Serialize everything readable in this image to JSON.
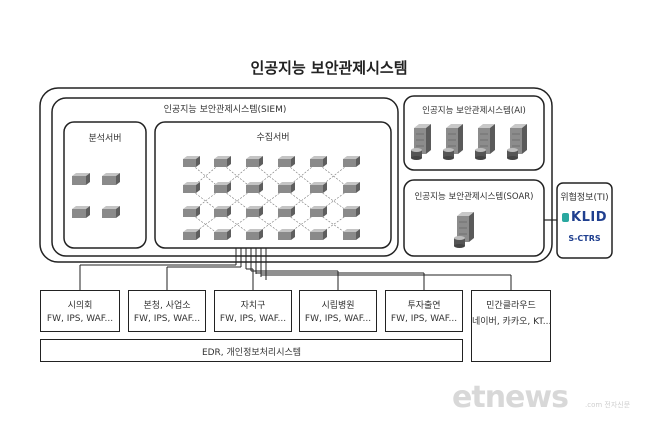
{
  "title": "인공지능 보안관제시스템",
  "siem": {
    "outer_label": "인공지능 보안관제시스템(SIEM)",
    "analysis_label": "분석서버",
    "collect_label": "수집서버"
  },
  "ai_label": "인공지능 보안관제시스템(AI)",
  "soar_label": "인공지능 보안관제시스템(SOAR)",
  "ti": {
    "label": "위협정보(TI)",
    "logo_text": "KLID",
    "sub_text": "S-CTRS"
  },
  "branches": [
    {
      "name": "시의회",
      "items": "FW, IPS, WAF..."
    },
    {
      "name": "본청, 사업소",
      "items": "FW, IPS, WAF..."
    },
    {
      "name": "자치구",
      "items": "FW, IPS, WAF..."
    },
    {
      "name": "시립병원",
      "items": "FW, IPS, WAF..."
    },
    {
      "name": "투자출연",
      "items": "FW, IPS, WAF..."
    }
  ],
  "cloud": {
    "name": "민간클라우드",
    "items": "네이버, 카카오, KT..."
  },
  "edr_label": "EDR, 개인정보처리시스템",
  "watermark": "etnews",
  "watermark_sub": ".com 전자신문"
}
